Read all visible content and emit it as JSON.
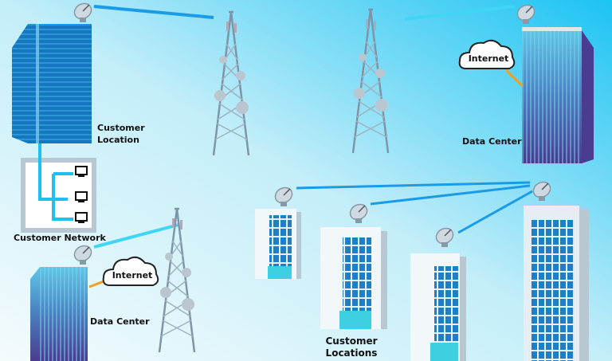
{
  "labels": {
    "customer_location": [
      "Customer",
      "Location"
    ],
    "customer_network": "Customer Network",
    "data_center_top": "Data Center",
    "data_center_bottom": "Data Center",
    "internet_top": "Internet",
    "internet_bottom": "Internet",
    "customer_locations": [
      "Customer",
      "Locations"
    ]
  },
  "colors": {
    "link_blue": "#1a9be6",
    "link_cyan": "#3fd6f5",
    "internet_link": "#f0a020",
    "building_blue": "#1577c0",
    "datacenter_purple": "#5a4a9a"
  }
}
